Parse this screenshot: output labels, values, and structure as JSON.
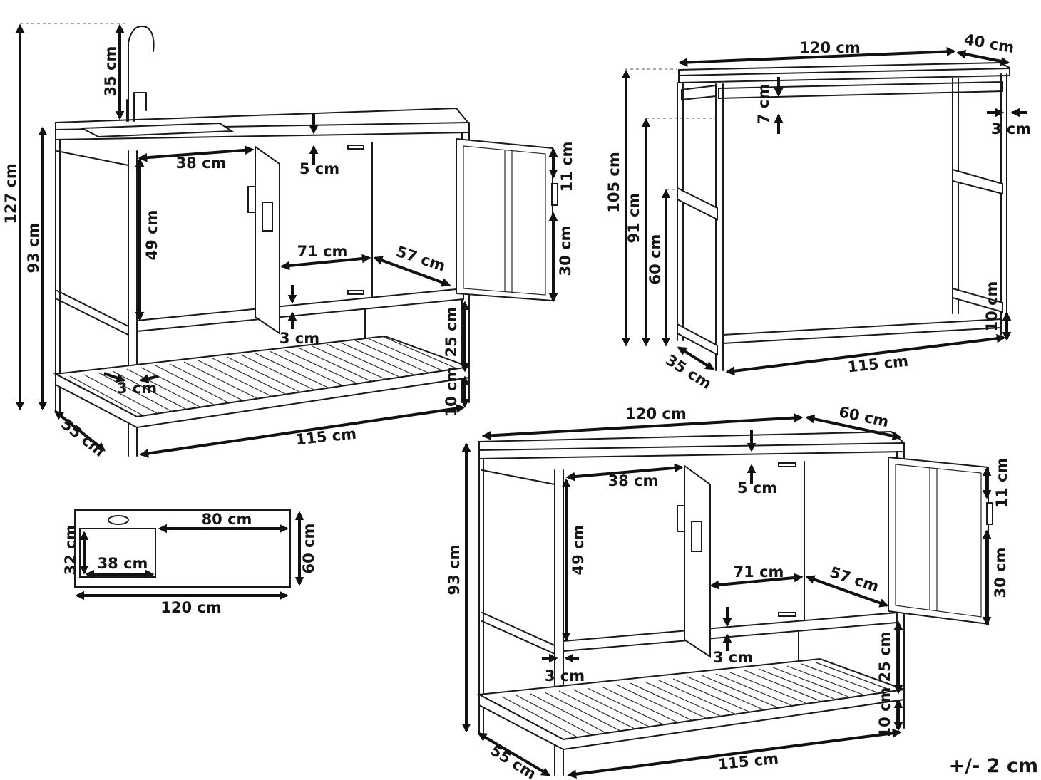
{
  "tolerance": "+/- 2 cm",
  "sink_unit": {
    "labels": {
      "faucet_height": "35 cm",
      "total_height": "127 cm",
      "height": "93 cm",
      "compartment_width": "38 cm",
      "worktop_thickness": "5 cm",
      "inner_height": "49 cm",
      "shelf_width": "71 cm",
      "door_width": "57 cm",
      "door_top": "11 cm",
      "door_handle": "30 cm",
      "gap": "3 cm",
      "shelf_clearance": "25 cm",
      "leg_inset": "3 cm",
      "floor_clearance": "10 cm",
      "depth": "55 cm",
      "width": "115 cm"
    }
  },
  "bar_table": {
    "labels": {
      "top_width": "120 cm",
      "top_depth": "40 cm",
      "apron": "7 cm",
      "inset": "3 cm",
      "total_height": "105 cm",
      "height_to_apron": "91 cm",
      "rail_height": "60 cm",
      "foot_rail": "10 cm",
      "depth": "35 cm",
      "width": "115 cm"
    }
  },
  "sink_top_view": {
    "labels": {
      "counter": "80 cm",
      "depth": "60 cm",
      "basin_depth": "32 cm",
      "basin_width": "38 cm",
      "width": "120 cm"
    }
  },
  "cabinet_unit": {
    "labels": {
      "top_width": "120 cm",
      "top_depth": "60 cm",
      "compartment_width": "38 cm",
      "worktop_thickness": "5 cm",
      "door_top": "11 cm",
      "height": "93 cm",
      "inner_height": "49 cm",
      "shelf_width": "71 cm",
      "door_width": "57 cm",
      "door_handle": "30 cm",
      "gap": "3 cm",
      "leg_inset": "3 cm",
      "shelf_clearance": "25 cm",
      "floor_clearance": "10 cm",
      "depth": "55 cm",
      "width": "115 cm"
    }
  }
}
